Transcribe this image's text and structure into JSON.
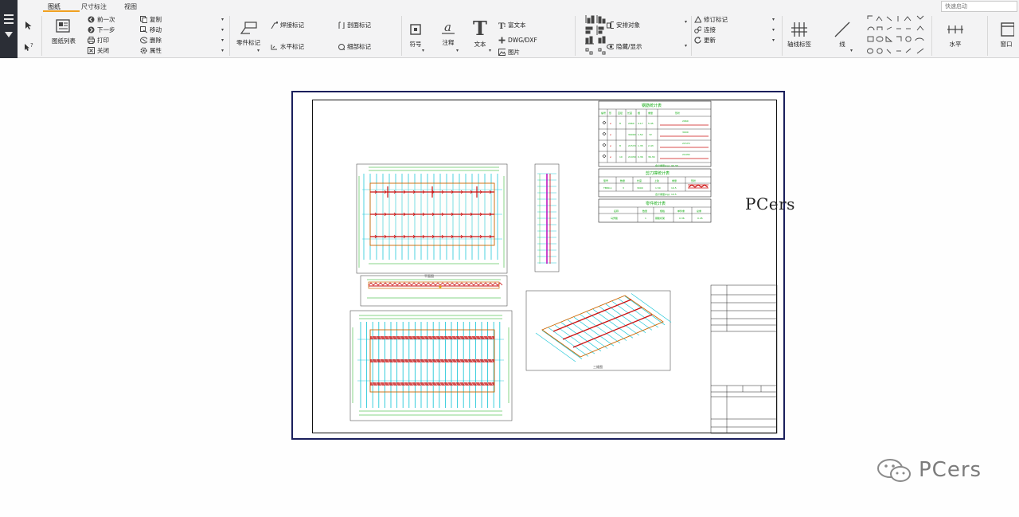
{
  "tabs": [
    {
      "label": "图纸"
    },
    {
      "label": "尺寸标注"
    },
    {
      "label": "视图"
    }
  ],
  "search": {
    "placeholder": "快速启动"
  },
  "ribbon": {
    "drawing_list": "图纸列表",
    "prev": "前一次",
    "next": "下一步",
    "print": "打印",
    "close": "关闭",
    "copy": "复制",
    "move": "移动",
    "delete": "删除",
    "properties": "属性",
    "part_mark": "零件标记",
    "weld_mark": "焊接标记",
    "level_mark": "水平标记",
    "section_mark": "剖面标记",
    "detail_mark": "细部标记",
    "symbol": "符号",
    "note": "注释",
    "text": "文本",
    "rich_text": "富文本",
    "dwg_dxf": "DWG/DXF",
    "picture": "图片",
    "arrange_objects": "安排对象",
    "hide_show": "隐藏/显示",
    "revision_mark": "修订标记",
    "connect": "连接",
    "update": "更新",
    "grid_label": "轴线标签",
    "line": "线",
    "horizontal": "水平",
    "window": "窗口"
  },
  "drawing": {
    "tables": {
      "material_title": "钢筋统计表",
      "bend_title": "剪刀撑统计表",
      "other_title": "零件统计表"
    },
    "views": {
      "plan_label": "平面图",
      "iso_label": "三维图"
    },
    "corner_text": "PCers"
  },
  "watermark": {
    "text": "PCers"
  },
  "colors": {
    "frame": "#1a1f5c",
    "rebar": "#cc1111",
    "dim": "#11aa11",
    "grid": "#22c8d8",
    "accent": "#f0a020"
  }
}
